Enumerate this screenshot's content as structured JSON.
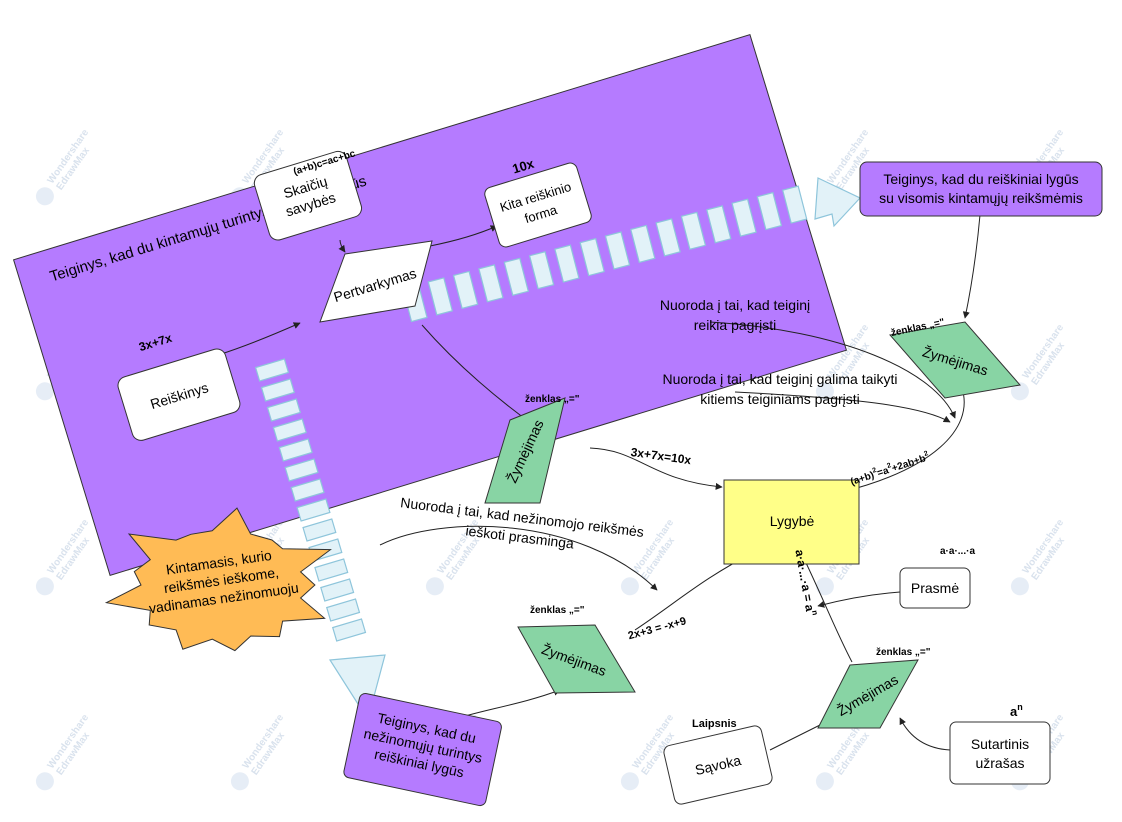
{
  "nodes": {
    "big_panel_title": "Teiginys, kad du kintamųjų turintys reiškiniai lygūs",
    "reiskinys": "Reiškinys",
    "skaiciu_savybes": [
      "Skaičių",
      "savybės"
    ],
    "pertvarkymas": "Pertvarkymas",
    "kita_forma": [
      "Kita reiškinio",
      "forma"
    ],
    "visomis": [
      "Teiginys, kad du reiškiniai lygūs",
      "su visomis kintamųjų reikšmėmis"
    ],
    "zymejimas": "Žymėjimas",
    "lygybe": "Lygybė",
    "kintamasis": [
      "Kintamasis, kurio",
      "reikšmės ieškome,",
      "vadinamas nežinomuoju"
    ],
    "nezinomuju": [
      "Teiginys, kad du",
      "nežinomųjų turintys",
      "reiškiniai lygūs"
    ],
    "prasme": "Prasmė",
    "savoka": "Sąvoka",
    "sutartinis": [
      "Sutartinis",
      "užrašas"
    ]
  },
  "labels": {
    "expr_3x7x": "3x+7x",
    "expr_distributive": "(a+b)c=ac+bc",
    "expr_10x": "10x",
    "zenklas": "ženklas „=\"",
    "eq_3x7x": "3x+7x=10x",
    "eq_2x3": "2x+3 = -x+9",
    "eq_square_base": "(a+b)",
    "eq_square_rest": "=a",
    "eq_square_mid": "+2ab+b",
    "sup2": "2",
    "power_product": "a·a·...·a",
    "power_eq": "a·a·...·a = a",
    "sup_n": "n",
    "laipsnis": "Laipsnis",
    "an_base": "a"
  },
  "notes": {
    "pagristi": [
      "Nuoroda į tai, kad teiginį",
      "reikia pagrįsti"
    ],
    "taikyti": [
      "Nuoroda į tai, kad teiginį galima taikyti",
      "kitiems teiginiams pagrįsti"
    ],
    "nezinomojo": [
      "Nuoroda į tai, kad nežinomojo reikšmės",
      "ieškoti prasminga"
    ]
  },
  "watermark": [
    "Wondershare",
    "EdrawMax"
  ],
  "colors": {
    "purple": "#B57BFF",
    "green": "#88D4A4",
    "yellow": "#FFFF88",
    "orange": "#FFBB55",
    "arrow_fill": "#E2F2F8",
    "arrow_stroke": "#8EC5DB"
  }
}
